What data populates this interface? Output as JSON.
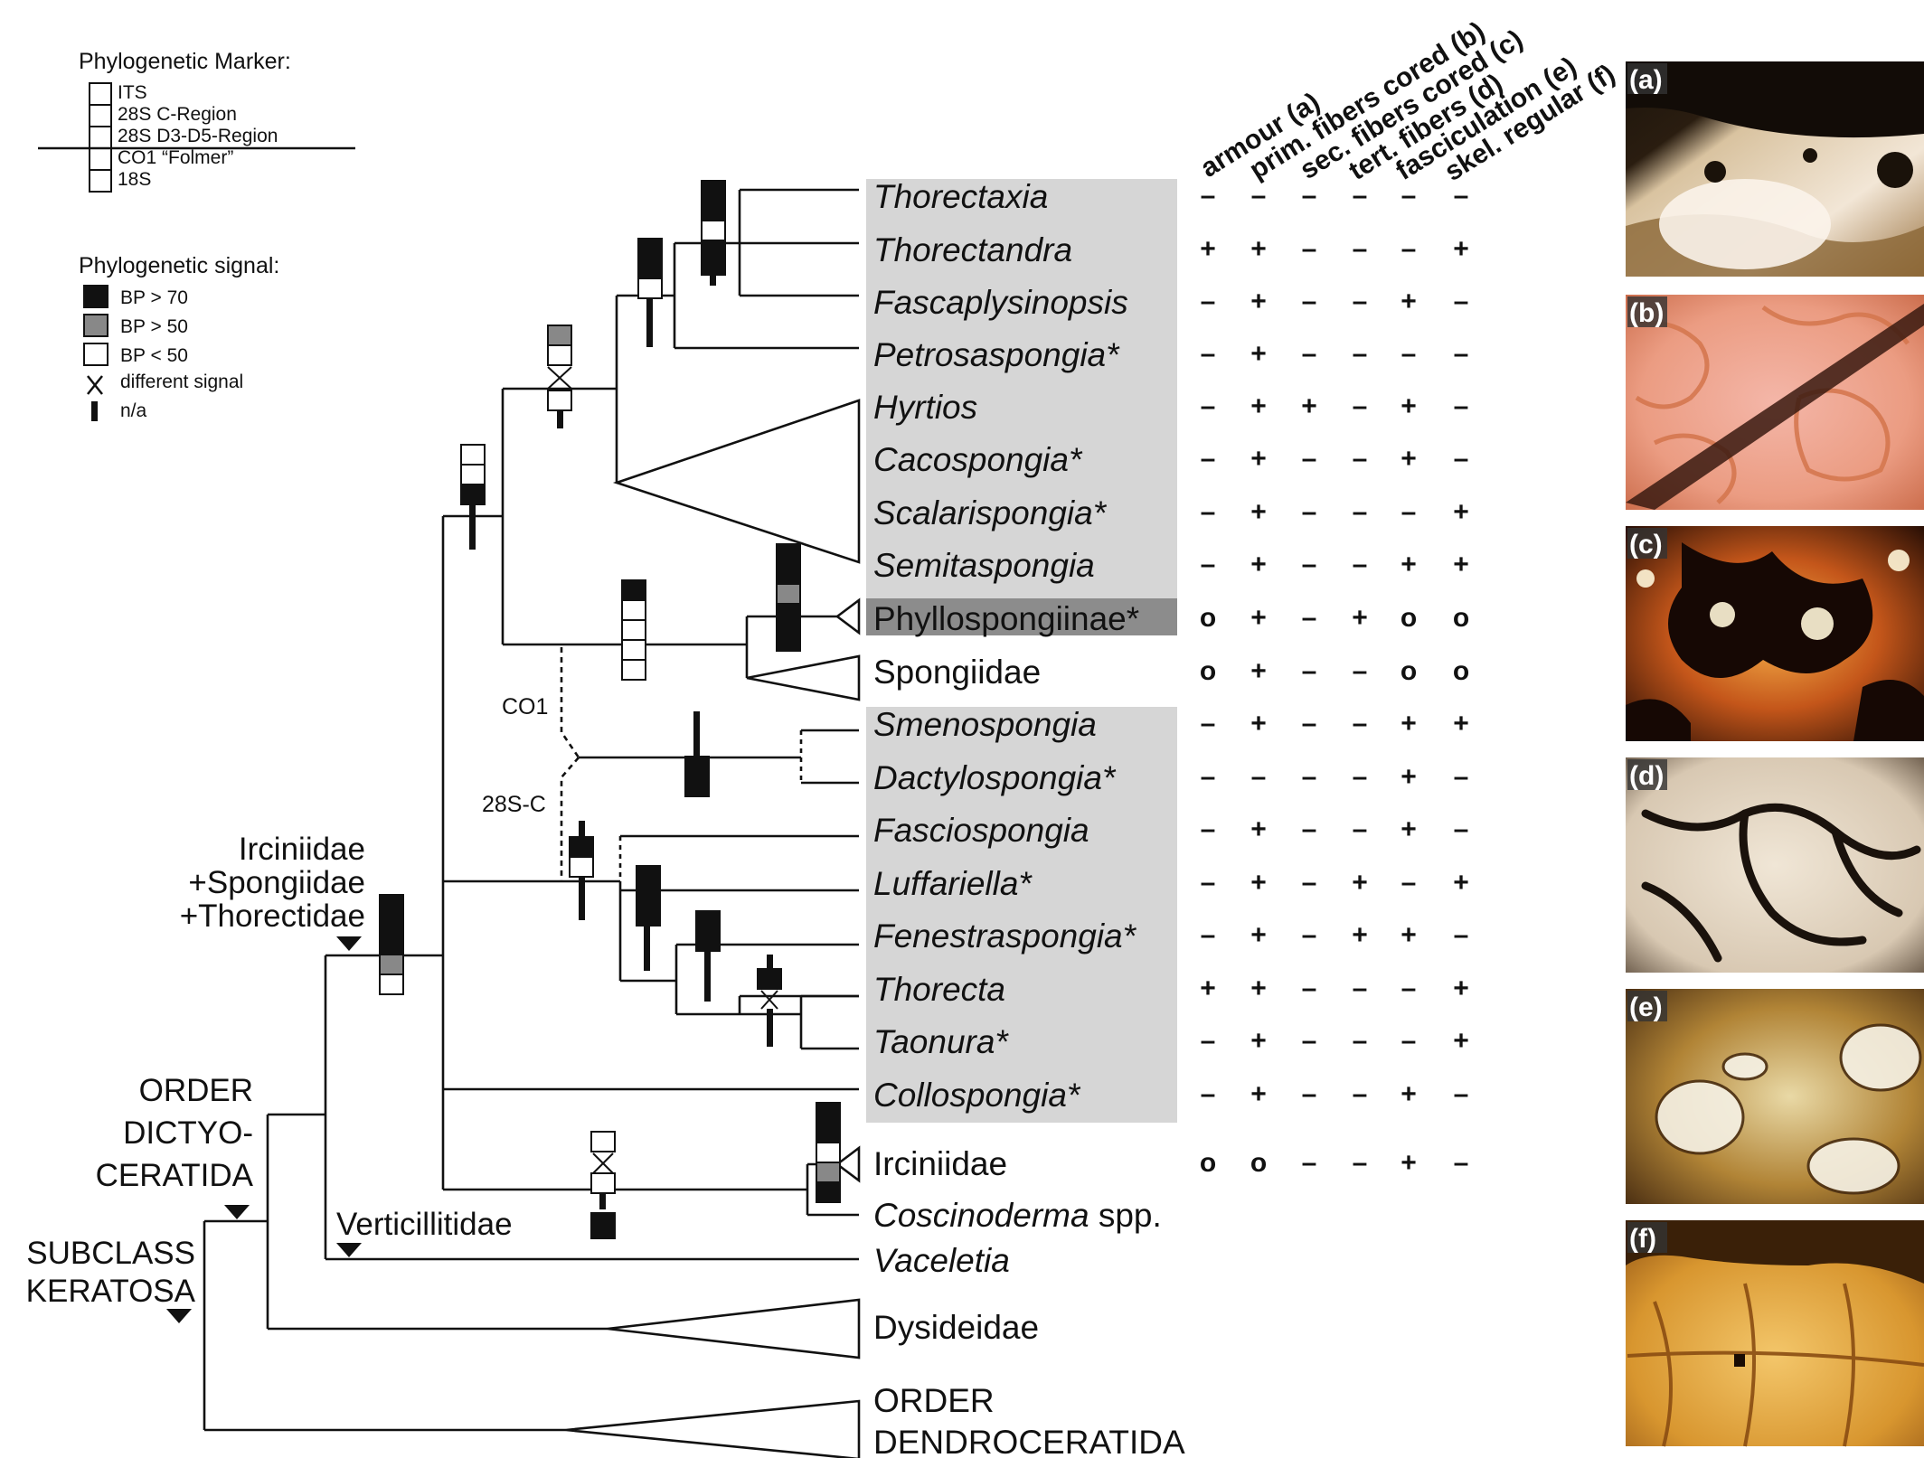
{
  "legend": {
    "marker_title": "Phylogenetic Marker:",
    "markers": [
      "ITS",
      "28S C-Region",
      "28S D3-D5-Region",
      "CO1 “Folmer”",
      "18S"
    ],
    "signal_title": "Phylogenetic signal:",
    "signals": [
      {
        "symbol": "filled-black",
        "label": "BP > 70"
      },
      {
        "symbol": "filled-grey",
        "label": "BP > 50"
      },
      {
        "symbol": "open",
        "label": "BP < 50"
      },
      {
        "symbol": "cross",
        "label": "different signal"
      },
      {
        "symbol": "bar",
        "label": "n/a"
      }
    ]
  },
  "colors": {
    "strong": "#111111",
    "medium": "#888888",
    "weak": "#ffffff",
    "highlight": "#d6d6d6",
    "highlight_dark": "#8c8c8c"
  },
  "characters": [
    "armour (a)",
    "prim. fibers cored (b)",
    "sec. fibers cored (c)",
    "tert. fibers (d)",
    "fasciculation (e)",
    "skel. regular (f)"
  ],
  "taxa": [
    {
      "name": "Thorectaxia",
      "italic": true,
      "states": [
        "–",
        "–",
        "–",
        "–",
        "–",
        "–"
      ]
    },
    {
      "name": "Thorectandra",
      "italic": true,
      "states": [
        "+",
        "+",
        "–",
        "–",
        "–",
        "+"
      ]
    },
    {
      "name": "Fascaplysinopsis",
      "italic": true,
      "states": [
        "–",
        "+",
        "–",
        "–",
        "+",
        "–"
      ]
    },
    {
      "name": "Petrosaspongia*",
      "italic": true,
      "states": [
        "–",
        "+",
        "–",
        "–",
        "–",
        "–"
      ]
    },
    {
      "name": "Hyrtios",
      "italic": true,
      "states": [
        "–",
        "+",
        "+",
        "–",
        "+",
        "–"
      ]
    },
    {
      "name": "Cacospongia*",
      "italic": true,
      "states": [
        "–",
        "+",
        "–",
        "–",
        "+",
        "–"
      ]
    },
    {
      "name": "Scalarispongia*",
      "italic": true,
      "states": [
        "–",
        "+",
        "–",
        "–",
        "–",
        "+"
      ]
    },
    {
      "name": "Semitaspongia",
      "italic": true,
      "states": [
        "–",
        "+",
        "–",
        "–",
        "+",
        "+"
      ]
    },
    {
      "name": "Phyllospongiinae*",
      "italic": false,
      "states": [
        "o",
        "+",
        "–",
        "+",
        "o",
        "o"
      ]
    },
    {
      "name": "Spongiidae",
      "italic": false,
      "states": [
        "o",
        "+",
        "–",
        "–",
        "o",
        "o"
      ]
    },
    {
      "name": "Smenospongia",
      "italic": true,
      "states": [
        "–",
        "+",
        "–",
        "–",
        "+",
        "+"
      ]
    },
    {
      "name": "Dactylospongia*",
      "italic": true,
      "states": [
        "–",
        "–",
        "–",
        "–",
        "+",
        "–"
      ]
    },
    {
      "name": "Fasciospongia",
      "italic": true,
      "states": [
        "–",
        "+",
        "–",
        "–",
        "+",
        "–"
      ]
    },
    {
      "name": "Luffariella*",
      "italic": true,
      "states": [
        "–",
        "+",
        "–",
        "+",
        "–",
        "+"
      ]
    },
    {
      "name": "Fenestraspongia*",
      "italic": true,
      "states": [
        "–",
        "+",
        "–",
        "+",
        "+",
        "–"
      ]
    },
    {
      "name": "Thorecta",
      "italic": true,
      "states": [
        "+",
        "+",
        "–",
        "–",
        "–",
        "+"
      ]
    },
    {
      "name": "Taonura*",
      "italic": true,
      "states": [
        "–",
        "+",
        "–",
        "–",
        "–",
        "+"
      ]
    },
    {
      "name": "Collospongia*",
      "italic": true,
      "states": [
        "–",
        "+",
        "–",
        "–",
        "+",
        "–"
      ]
    },
    {
      "name": "Irciniidae",
      "italic": false,
      "states": [
        "o",
        "o",
        "–",
        "–",
        "+",
        "–"
      ]
    },
    {
      "name": "Coscinoderma",
      "italic": true,
      "suffix": " spp.",
      "states": []
    },
    {
      "name": "Vaceletia",
      "italic": true,
      "states": []
    },
    {
      "name": "Dysideidae",
      "italic": false,
      "states": []
    },
    {
      "name": "ORDER",
      "italic": false,
      "states": []
    },
    {
      "name": "DENDROCERATIDA",
      "italic": false,
      "states": []
    }
  ],
  "groups": {
    "irc_line1": "Irciniidae",
    "irc_line2": "+Spongiidae",
    "irc_line3": "+Thorectidae",
    "order_line1": "ORDER",
    "order_line2": "DICTYO-",
    "order_line3": "CERATIDA",
    "subclass_line1": "SUBCLASS",
    "subclass_line2": "KERATOSA",
    "verticillitidae": "Verticillitidae"
  },
  "branch_tags": {
    "co1": "CO1",
    "s28c": "28S-C"
  },
  "photo_labels": [
    "(a)",
    "(b)",
    "(c)",
    "(d)",
    "(e)",
    "(f)"
  ]
}
